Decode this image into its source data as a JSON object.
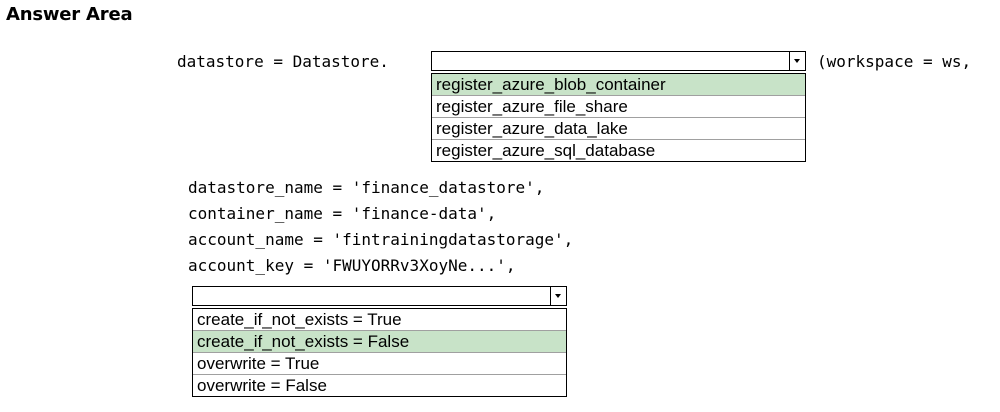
{
  "title": "Answer Area",
  "code": {
    "line1_prefix": "datastore = Datastore.",
    "line1_suffix": "(workspace = ws,",
    "arg_datastore_name": "datastore_name = 'finance_datastore',",
    "arg_container_name": "container_name = 'finance-data',",
    "arg_account_name": "account_name = 'fintrainingdatastorage',",
    "arg_account_key": "account_key = 'FWUYORRv3XoyNe...',"
  },
  "dropdown1": {
    "value": "",
    "selected_index": 0,
    "options": [
      "register_azure_blob_container",
      "register_azure_file_share",
      "register_azure_data_lake",
      "register_azure_sql_database"
    ]
  },
  "dropdown2": {
    "value": "",
    "selected_index": 1,
    "options": [
      "create_if_not_exists = True",
      "create_if_not_exists = False",
      "overwrite = True",
      "overwrite = False"
    ]
  },
  "colors": {
    "selected_option_bg": "#c8e3c8",
    "border": "#000000"
  }
}
